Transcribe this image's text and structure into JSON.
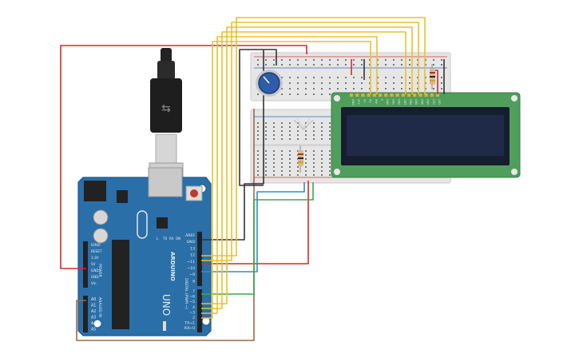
{
  "arduino": {
    "brand": "ARDUINO",
    "model": "UNO",
    "digital_label": "DIGITAL (PWM ~)",
    "analog_label": "ANALOG IN",
    "power_label": "POWER",
    "power_pins": [
      "IOREF",
      "RESET",
      "3.3V",
      "5V",
      "GND",
      "GND",
      "Vin"
    ],
    "analog_pins": [
      "A0",
      "A1",
      "A2",
      "A3",
      "A4",
      "A5"
    ],
    "digital_pins": [
      "AREF",
      "GND",
      "13",
      "12",
      "~11",
      "~10",
      "~9",
      "8",
      "7",
      "~6",
      "~5",
      "4",
      "~3",
      "2",
      "TX→1",
      "RX←0"
    ],
    "led_labels": [
      "L",
      "TX",
      "RX",
      "ON"
    ]
  },
  "lcd": {
    "pin_labels": [
      "GND",
      "VCC",
      "V0",
      "RS",
      "RW",
      "E",
      "DB0",
      "DB1",
      "DB2",
      "DB3",
      "DB4",
      "DB5",
      "DB6",
      "DB7",
      "LED",
      "LED"
    ]
  },
  "colors": {
    "board": "#2a6fa8",
    "board_dark": "#1d5a8c",
    "breadboard": "#e8e8e8",
    "lcd_pcb": "#4f9e5c",
    "lcd_screen": "#1e2a48",
    "wire_red": "#d42a2a",
    "wire_yellow": "#e8c22a",
    "wire_black": "#333333",
    "wire_blue": "#2a8fd4",
    "wire_green": "#3aa84a",
    "wire_brown": "#9a6a44",
    "pot_knob": "#2d5ca8"
  }
}
